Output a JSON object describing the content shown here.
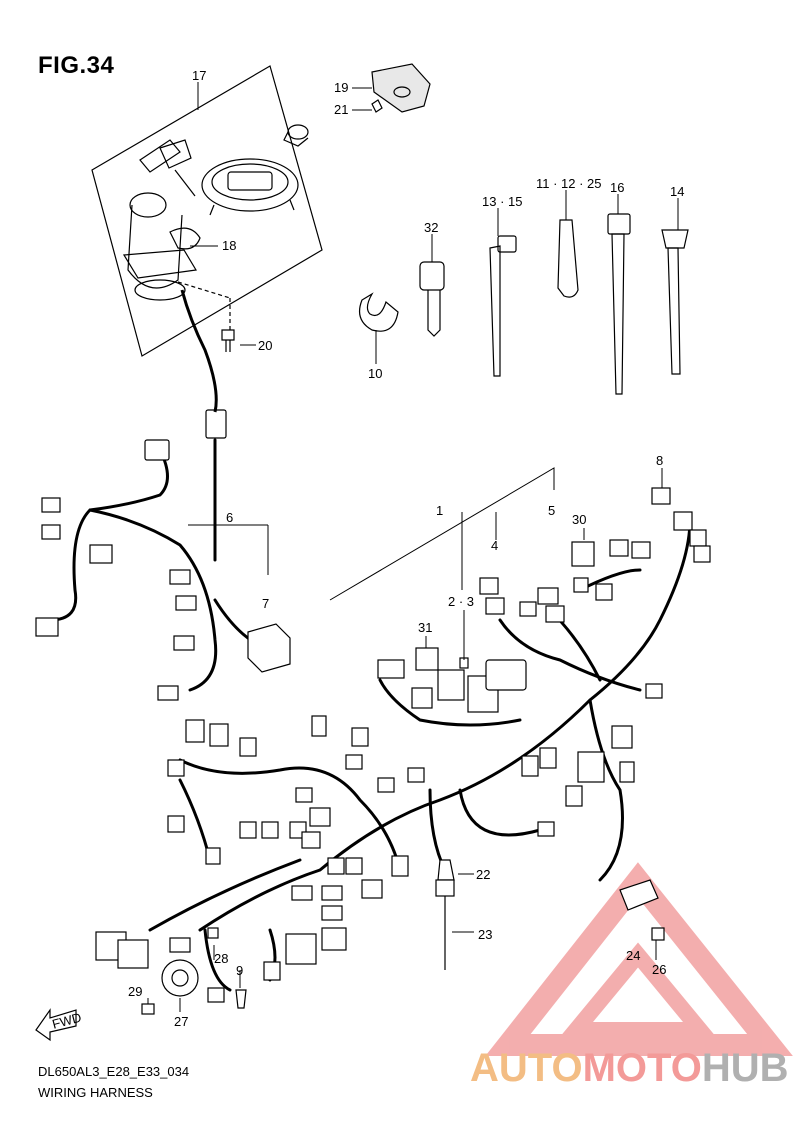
{
  "figure": {
    "title": "FIG.34",
    "code": "DL650AL3_E28_E33_034",
    "name": "WIRING HARNESS"
  },
  "watermark": {
    "part1": "AUTO",
    "part2": "MOTO",
    "part3": "HUB",
    "colors": {
      "orange": "#f3bd84",
      "red": "#f39a98",
      "gray": "#b0b0b0"
    }
  },
  "arrow_label": "FWD",
  "callouts": [
    {
      "id": "c17",
      "text": "17"
    },
    {
      "id": "c19",
      "text": "19"
    },
    {
      "id": "c21",
      "text": "21"
    },
    {
      "id": "c18",
      "text": "18"
    },
    {
      "id": "c20",
      "text": "20"
    },
    {
      "id": "c32",
      "text": "32"
    },
    {
      "id": "c13",
      "text": "13 · 15"
    },
    {
      "id": "c11",
      "text": "11 · 12 · 25"
    },
    {
      "id": "c16",
      "text": "16"
    },
    {
      "id": "c14",
      "text": "14"
    },
    {
      "id": "c10",
      "text": "10"
    },
    {
      "id": "c6",
      "text": "6"
    },
    {
      "id": "c7",
      "text": "7"
    },
    {
      "id": "c1",
      "text": "1"
    },
    {
      "id": "c4",
      "text": "4"
    },
    {
      "id": "c5",
      "text": "5"
    },
    {
      "id": "c8",
      "text": "8"
    },
    {
      "id": "c30",
      "text": "30"
    },
    {
      "id": "c23b",
      "text": "2 · 3"
    },
    {
      "id": "c31",
      "text": "31"
    },
    {
      "id": "c22",
      "text": "22"
    },
    {
      "id": "c23",
      "text": "23"
    },
    {
      "id": "c24",
      "text": "24"
    },
    {
      "id": "c26",
      "text": "26"
    },
    {
      "id": "c28",
      "text": "28"
    },
    {
      "id": "c9",
      "text": "9"
    },
    {
      "id": "c29",
      "text": "29"
    },
    {
      "id": "c27",
      "text": "27"
    }
  ]
}
